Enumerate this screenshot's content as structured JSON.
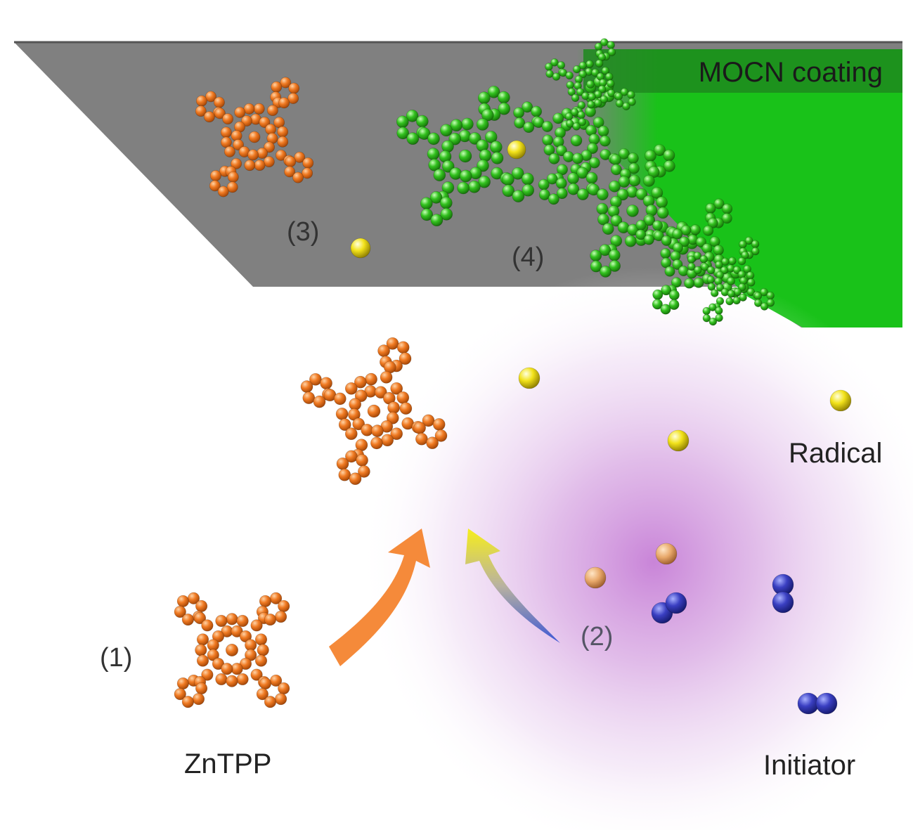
{
  "labels": {
    "coating": "MOCN coating",
    "step1": "(1)",
    "step2": "(2)",
    "step3": "(3)",
    "step4": "(4)",
    "zntpp": "ZnTPP",
    "radical": "Radical",
    "initiator": "Initiator"
  },
  "colors": {
    "substrate": "#808080",
    "coating_green": "#19c219",
    "coating_band": "#1f8a1f",
    "zntpp_orange": "#f07a22",
    "radical_yellow": "#f2e21a",
    "initiator_blue": "#3a3fc2",
    "glow_purple": "#c98bd6",
    "arrow_orange": "#f58a3a"
  },
  "icons": [
    "zntpp-molecule-icon",
    "radical-sphere-icon",
    "initiator-dimer-icon",
    "mocn-network-icon"
  ]
}
